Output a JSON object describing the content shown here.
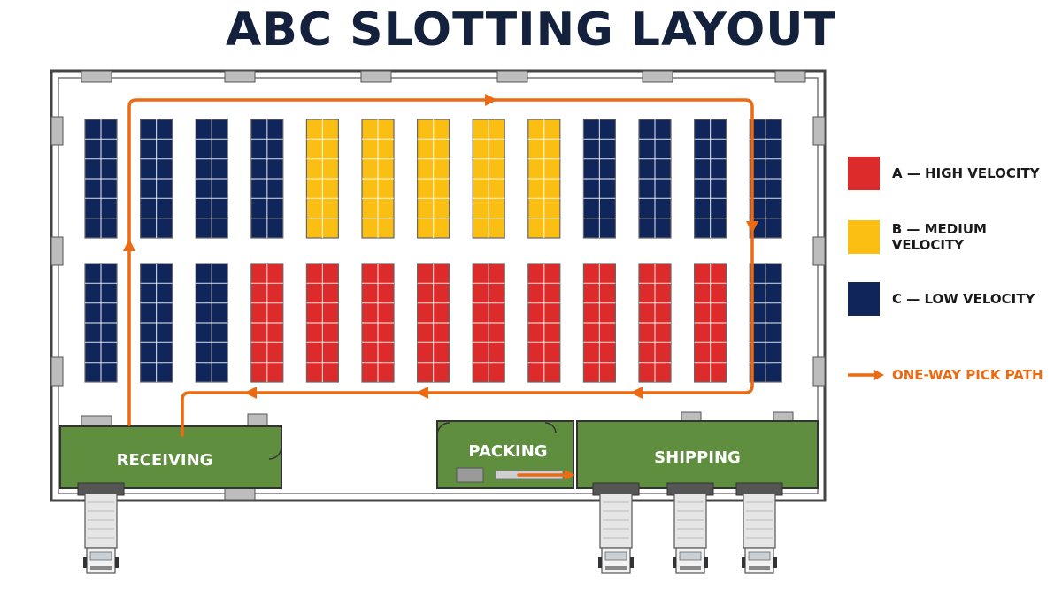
{
  "title": "ABC SLOTTING LAYOUT",
  "colors": {
    "title": "#14213d",
    "zone_a": "#dd2a2a",
    "zone_b": "#fbbf14",
    "zone_c": "#10265a",
    "area_fill": "#5f8f3e",
    "path": "#ec6a12",
    "wall": "#444444"
  },
  "legend": [
    {
      "zone": "A",
      "label": "A — HIGH VELOCITY",
      "color": "#dd2a2a"
    },
    {
      "zone": "B",
      "label": "B — MEDIUM VELOCITY",
      "color": "#fbbf14"
    },
    {
      "zone": "C",
      "label": "C — LOW VELOCITY",
      "color": "#10265a"
    }
  ],
  "pick_path_label": "ONE-WAY PICK PATH",
  "areas": {
    "receiving": "RECEIVING",
    "packing": "PACKING",
    "shipping": "SHIPPING"
  },
  "racks": {
    "top_row": [
      "C",
      "C",
      "C",
      "C",
      "B",
      "B",
      "B",
      "B",
      "B",
      "C",
      "C",
      "C",
      "C"
    ],
    "bottom_row": [
      "C",
      "C",
      "C",
      "A",
      "A",
      "A",
      "A",
      "A",
      "A",
      "A",
      "A",
      "A",
      "C"
    ]
  }
}
